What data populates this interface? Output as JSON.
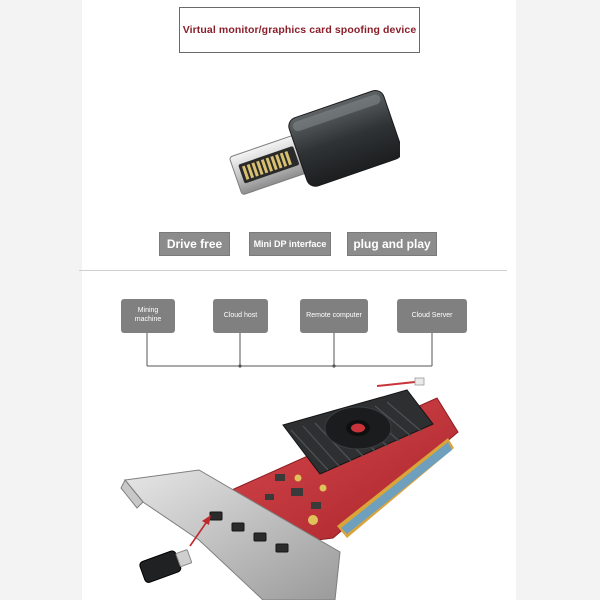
{
  "title": "Virtual monitor/graphics card spoofing device",
  "features": [
    "Drive free",
    "Mini DP interface",
    "plug and play"
  ],
  "devices": [
    {
      "line1": "Mining",
      "line2": "machine"
    },
    {
      "line1": "Cloud host"
    },
    {
      "line1": "Remote computer"
    },
    {
      "line1": "Cloud Server"
    }
  ],
  "colors": {
    "title_text": "#8a1f2a",
    "badge_bg": "#8c8c8c",
    "device_bg": "#808080",
    "pcb_red": "#c8343a",
    "pcie_gold": "#d9a43a",
    "arrow_red": "#c0282c"
  }
}
